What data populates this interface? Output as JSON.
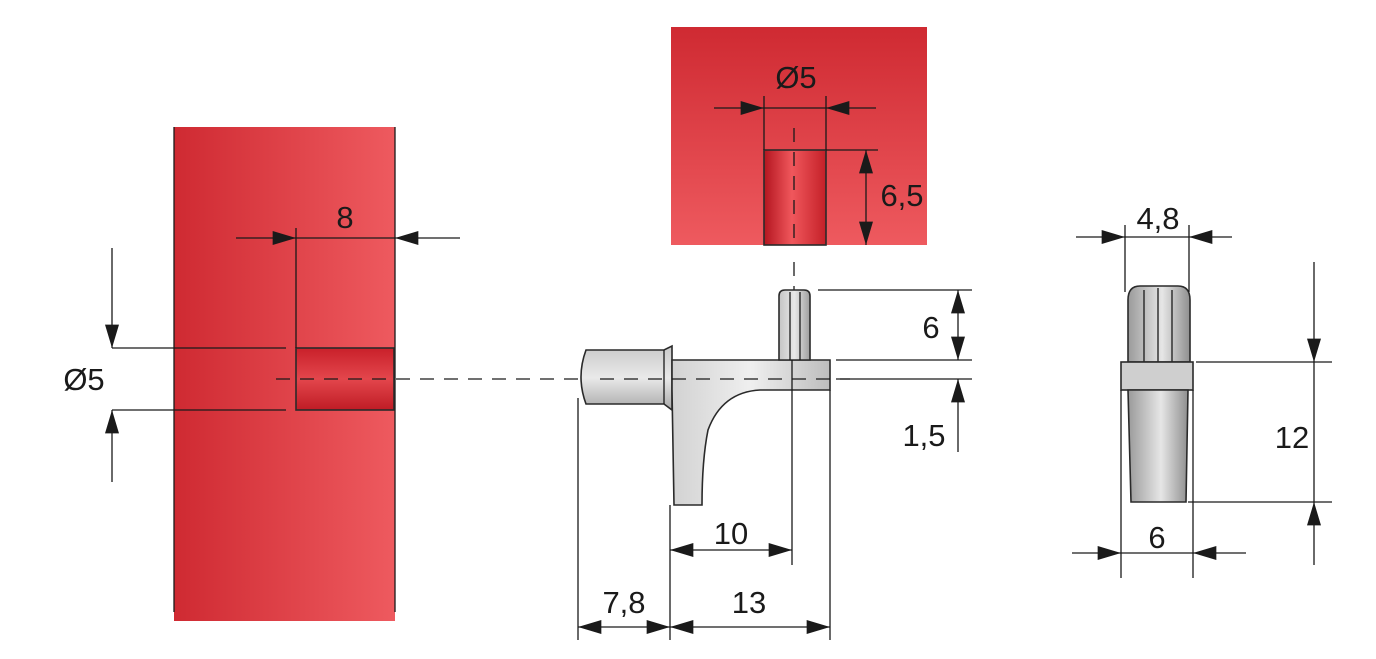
{
  "colors": {
    "material_dark": "#cf2a32",
    "material_light": "#ee5a5f",
    "part_light": "#e6e6e6",
    "part_dark": "#9a9a9a",
    "line": "#1a1a1a"
  },
  "views": {
    "side_panel": {
      "hole_depth": "8",
      "hole_diameter": "Ø5"
    },
    "top_panel": {
      "hole_diameter": "Ø5",
      "hole_depth": "6,5"
    },
    "pin_profile": {
      "pin_height": "6",
      "shelf_thickness": "1,5",
      "pin_offset": "10",
      "stem_length": "7,8",
      "support_length": "13"
    },
    "pin_front": {
      "top_width": "4,8",
      "height": "12",
      "base_width": "6"
    }
  }
}
